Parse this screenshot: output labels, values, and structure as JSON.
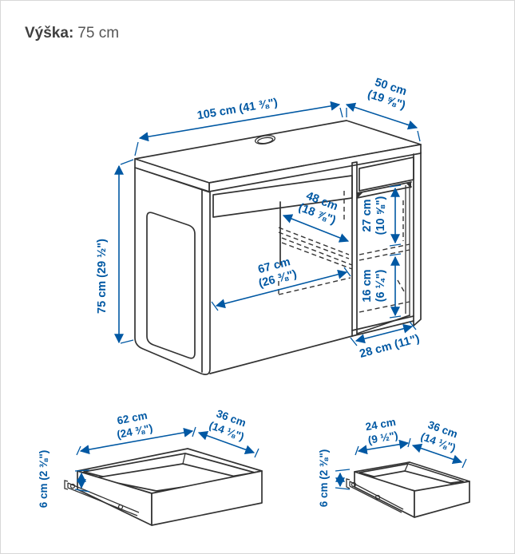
{
  "header": {
    "label": "Výška:",
    "value": "75 cm"
  },
  "colors": {
    "dimension_blue": "#0058a3",
    "outline_dark": "#333333",
    "heading_text": "#4a4a4a",
    "background": "#ffffff"
  },
  "desk": {
    "dims": {
      "width": "105 cm (41 ⅜\")",
      "depth_cm": "50 cm",
      "depth_in": "(19 ⅝\")",
      "height": "75 cm (29 ½\")",
      "knee_depth_cm": "48 cm",
      "knee_depth_in": "(18 ⅞\")",
      "cabinet_upper_cm": "27 cm",
      "cabinet_upper_in": "(10 ⅝\")",
      "cabinet_lower_cm": "16 cm",
      "cabinet_lower_in": "(6 ¼\")",
      "knee_width_cm": "67 cm",
      "knee_width_in": "(26 ⅜\")",
      "cabinet_width": "28 cm (11\")"
    }
  },
  "drawer_large": {
    "width_cm": "62 cm",
    "width_in": "(24 ⅜\")",
    "depth_cm": "36 cm",
    "depth_in": "(14 ⅛\")",
    "height": "6 cm (2 ⅜\")"
  },
  "drawer_small": {
    "width_cm": "24 cm",
    "width_in": "(9 ½\")",
    "depth_cm": "36 cm",
    "depth_in": "(14 ⅛\")",
    "height": "6 cm (2 ⅜\")"
  }
}
